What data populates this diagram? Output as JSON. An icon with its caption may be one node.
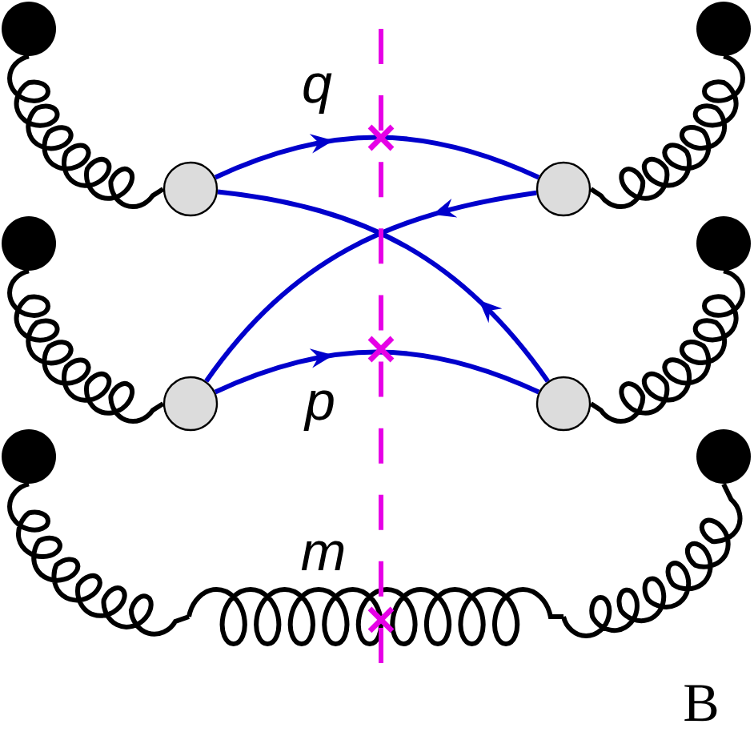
{
  "diagram": {
    "nodes": [
      {
        "text": [],
        "shape": "dot"
      },
      {
        "text": [],
        "shape": "dot"
      },
      {
        "text": [],
        "shape": "circle"
      },
      {
        "text": [],
        "shape": "circle"
      },
      {
        "text": [],
        "shape": "dot"
      },
      {
        "text": [],
        "shape": "dot"
      },
      {
        "text": [],
        "shape": "circle"
      },
      {
        "text": [],
        "shape": "circle"
      },
      {
        "text": [],
        "shape": "dot"
      },
      {
        "text": [],
        "shape": "dot"
      }
    ],
    "edges": [
      {
        "from": 0,
        "to": 2,
        "arrow": "none"
      },
      {
        "from": 1,
        "to": 3,
        "arrow": "none"
      },
      {
        "from": 4,
        "to": 6,
        "arrow": "none"
      },
      {
        "from": 5,
        "to": 7,
        "arrow": "none"
      },
      {
        "from": 2,
        "to": 3,
        "arrow": "to",
        "label": "q",
        "color": "#0000cc"
      },
      {
        "from": 7,
        "to": 2,
        "arrow": "to",
        "color": "#0000cc"
      },
      {
        "from": 3,
        "to": 6,
        "arrow": "to",
        "color": "#0000cc"
      },
      {
        "from": 6,
        "to": 7,
        "arrow": "to",
        "label": "p",
        "color": "#0000cc"
      },
      {
        "from": 8,
        "to": 9,
        "arrow": "none",
        "label": "m"
      }
    ],
    "labels": [
      "B"
    ]
  }
}
